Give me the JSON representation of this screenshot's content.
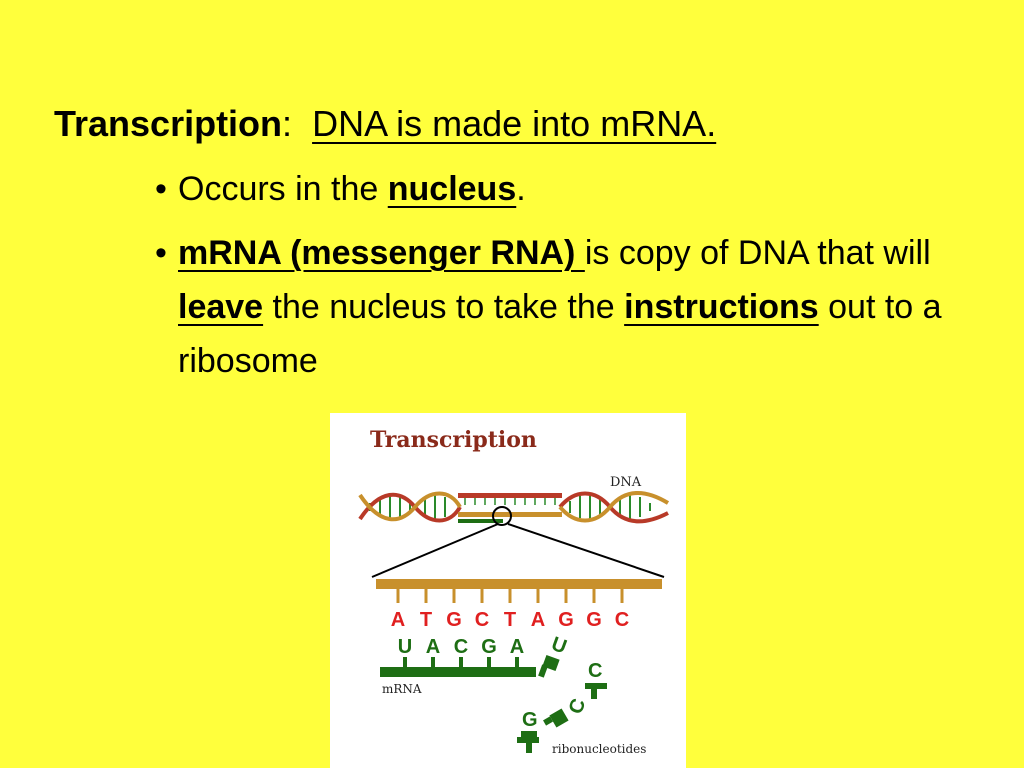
{
  "slide": {
    "heading": {
      "term": "Transcription",
      "colon": ":",
      "definition": "DNA is made into mRNA."
    },
    "bullets": [
      {
        "pre": "Occurs in the ",
        "bold": "nucleus",
        "post": "."
      },
      {
        "bold1": "mRNA (messenger RNA) ",
        "text1": "is copy of DNA that will ",
        "bold2": "leave",
        "text2": " the nucleus to take the ",
        "bold3": "instructions",
        "text3": " out to a ribosome"
      }
    ],
    "bullet_symbol": "•"
  },
  "figure": {
    "title": "Transcription",
    "dna_label": "DNA",
    "mrna_label": "mRNA",
    "ribonucleotides_label": "ribonucleotides",
    "dna_bases": [
      "A",
      "T",
      "G",
      "C",
      "T",
      "A",
      "G",
      "G",
      "C"
    ],
    "mrna_bases": [
      "U",
      "A",
      "C",
      "G",
      "A"
    ],
    "free_bases": [
      "U",
      "C",
      "G",
      "C"
    ],
    "colors": {
      "background": "#ffff3c",
      "dna_base": "#e02020",
      "rna": "#1e6e14",
      "dna_strand": "#c8902c",
      "helix_red": "#b83a28",
      "title": "#8a2a1a"
    }
  }
}
